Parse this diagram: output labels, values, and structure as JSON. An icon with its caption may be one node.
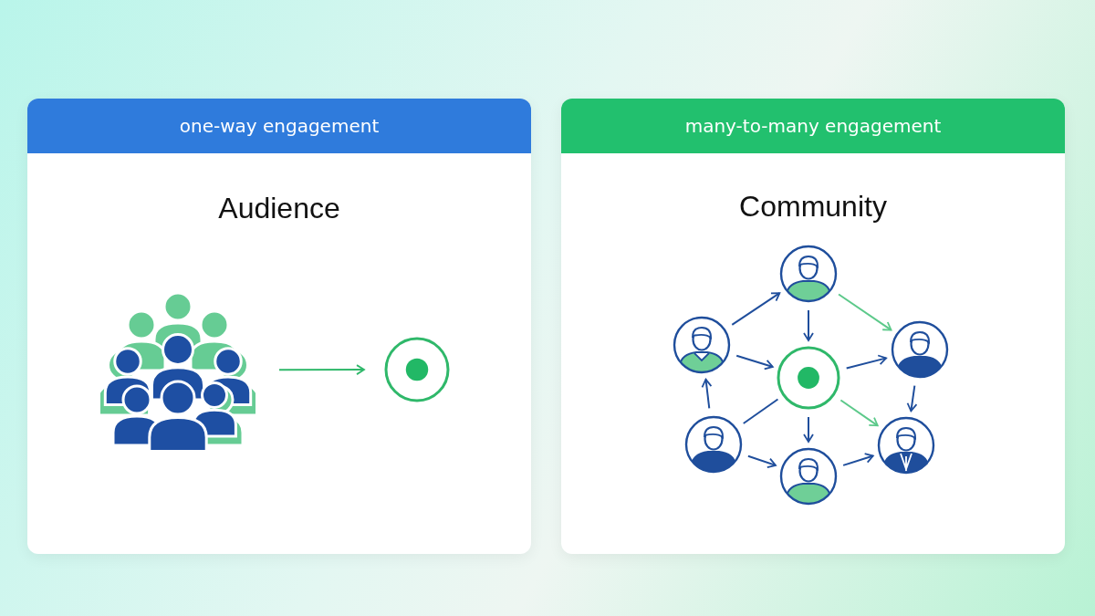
{
  "diagram": {
    "nodes": [
      {
        "text": [
          "one-way engagement",
          "Audience"
        ]
      },
      {
        "text": [],
        "shape": "person",
        "in": 0
      },
      {
        "text": [],
        "shape": "circle",
        "in": 0
      },
      {
        "text": [
          "many-to-many engagement",
          "Community"
        ]
      },
      {
        "text": [],
        "shape": "person",
        "in": 3
      },
      {
        "text": [],
        "shape": "person",
        "in": 3
      },
      {
        "text": [],
        "shape": "circle",
        "in": 3
      },
      {
        "text": [],
        "shape": "person",
        "in": 3
      },
      {
        "text": [],
        "shape": "person",
        "in": 3
      },
      {
        "text": [],
        "shape": "person",
        "in": 3
      },
      {
        "text": [],
        "shape": "person",
        "in": 3
      }
    ],
    "edges": [
      {
        "from": 1,
        "to": 2,
        "arrow": "to",
        "color": "#2fb86a"
      },
      {
        "from": 5,
        "to": 4,
        "arrow": "to"
      },
      {
        "from": 4,
        "to": 6,
        "arrow": "to"
      },
      {
        "from": 4,
        "to": 7,
        "arrow": "to",
        "color": "#5cc98a"
      },
      {
        "from": 5,
        "to": 6,
        "arrow": "to"
      },
      {
        "from": 6,
        "to": 7,
        "arrow": "to"
      },
      {
        "from": 6,
        "to": 10,
        "arrow": "to",
        "color": "#5cc98a"
      },
      {
        "from": 7,
        "to": 10,
        "arrow": "to"
      },
      {
        "from": 8,
        "to": 5,
        "arrow": "to"
      },
      {
        "from": 8,
        "to": 6,
        "arrow": "none"
      },
      {
        "from": 6,
        "to": 9,
        "arrow": "to"
      },
      {
        "from": 8,
        "to": 9,
        "arrow": "to"
      },
      {
        "from": 9,
        "to": 10,
        "arrow": "to"
      }
    ]
  }
}
